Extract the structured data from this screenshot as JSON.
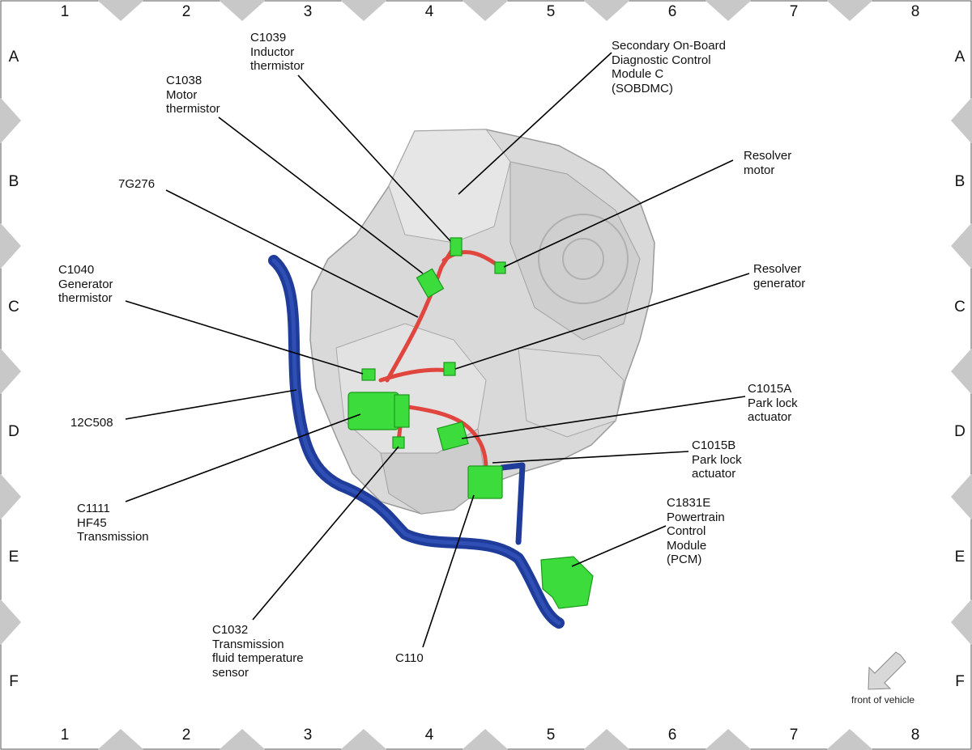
{
  "grid": {
    "columns": [
      "1",
      "2",
      "3",
      "4",
      "5",
      "6",
      "7",
      "8"
    ],
    "rows": [
      "A",
      "B",
      "C",
      "D",
      "E",
      "F"
    ]
  },
  "labels": {
    "c1039": "C1039\nInductor\nthermistor",
    "sobdmc": "Secondary On-Board\nDiagnostic Control\nModule C\n(SOBDMC)",
    "c1038": "C1038\nMotor\nthermistor",
    "resolver_motor": "Resolver\nmotor",
    "g7g276": "7G276",
    "c1040": "C1040\nGenerator\nthermistor",
    "resolver_generator": "Resolver\ngenerator",
    "c1015a": "C1015A\nPark lock\nactuator",
    "c12c508": "12C508",
    "c1015b": "C1015B\nPark lock\nactuator",
    "c1111": "C1111\nHF45\nTransmission",
    "c1831e": "C1831E\nPowertrain\nControl\nModule\n(PCM)",
    "c1032": "C1032\nTransmission\nfluid temperature\nsensor",
    "c110": "C110"
  },
  "legend": {
    "text": "front of vehicle",
    "icon": "front-arrow-icon"
  },
  "colors": {
    "harness_blue": "#1f3c9a",
    "harness_red": "#e0453e",
    "connector_green": "#3ddc3d",
    "housing_gray": "#d9d9d9",
    "marker_gray": "#c8c8c8"
  }
}
